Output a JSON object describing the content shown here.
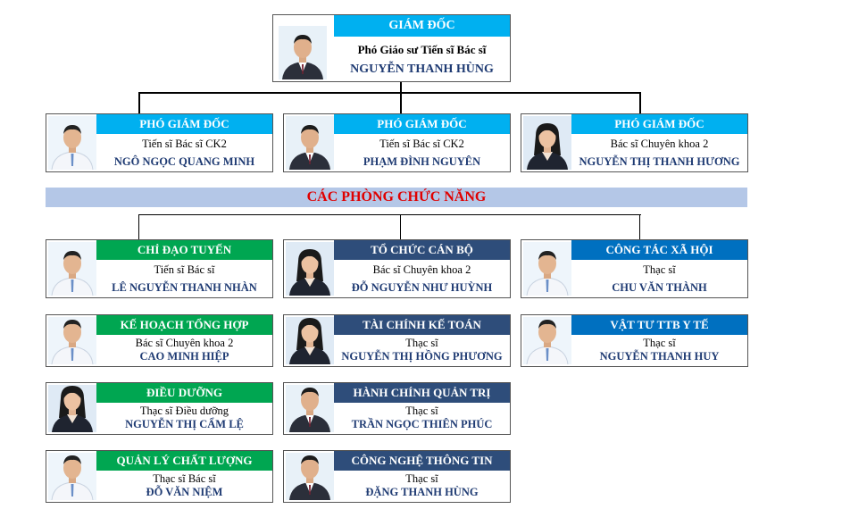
{
  "colors": {
    "director_header": "#00b0f0",
    "vice_header": "#00b0f0",
    "green_header": "#00a651",
    "navy_header": "#2e4d7a",
    "blue_header": "#0070c0",
    "banner_bg": "#b4c7e7",
    "banner_text": "#e00000",
    "name_text": "#1f3b73"
  },
  "director": {
    "title": "GIÁM ĐỐC",
    "degree": "Phó Giáo sư Tiến sĩ Bác sĩ",
    "name": "NGUYỄN THANH HÙNG",
    "photo": "portrait-male-suit"
  },
  "vice_directors": [
    {
      "title": "PHÓ GIÁM ĐỐC",
      "degree": "Tiến sĩ Bác sĩ CK2",
      "name": "NGÔ NGỌC QUANG MINH",
      "photo": "portrait-male-shirt"
    },
    {
      "title": "PHÓ GIÁM ĐỐC",
      "degree": "Tiến sĩ Bác sĩ CK2",
      "name": "PHẠM ĐÌNH NGUYÊN",
      "photo": "portrait-male-suit"
    },
    {
      "title": "PHÓ GIÁM ĐỐC",
      "degree": "Bác sĩ Chuyên khoa 2",
      "name": "NGUYỄN THỊ THANH HƯƠNG",
      "photo": "portrait-female"
    }
  ],
  "banner": "CÁC PHÒNG CHỨC NĂNG",
  "departments": [
    {
      "title": "CHỈ ĐẠO TUYẾN",
      "degree": "Tiến sĩ Bác sĩ",
      "name": "LÊ NGUYỄN THANH NHÀN",
      "photo": "portrait-male-shirt"
    },
    {
      "title": "TỔ CHỨC CÁN BỘ",
      "degree": "Bác sĩ Chuyên khoa 2",
      "name": "ĐỖ NGUYỄN NHƯ HUỲNH",
      "photo": "portrait-female"
    },
    {
      "title": "CÔNG TÁC XÃ HỘI",
      "degree": "Thạc sĩ",
      "name": "CHU VĂN THÀNH",
      "photo": "portrait-male-shirt"
    },
    {
      "title": "KẾ HOẠCH TỔNG HỢP",
      "degree": "Bác sĩ Chuyên khoa 2",
      "name": "CAO MINH HIỆP",
      "photo": "portrait-male-shirt"
    },
    {
      "title": "TÀI CHÍNH KẾ TOÁN",
      "degree": "Thạc sĩ",
      "name": "NGUYỄN THỊ HỒNG PHƯƠNG",
      "photo": "portrait-female"
    },
    {
      "title": "VẬT TƯ TTB Y TẾ",
      "degree": "Thạc sĩ",
      "name": "NGUYỄN THANH HUY",
      "photo": "portrait-male-shirt"
    },
    {
      "title": "ĐIỀU DƯỠNG",
      "degree": "Thạc sĩ Điều dưỡng",
      "name": "NGUYỄN THỊ CẨM LỆ",
      "photo": "portrait-female"
    },
    {
      "title": "HÀNH CHÍNH QUẢN TRỊ",
      "degree": "Thạc sĩ",
      "name": "TRẦN NGỌC THIÊN PHÚC",
      "photo": "portrait-male-suit"
    },
    {
      "title": "QUẢN LÝ CHẤT LƯỢNG",
      "degree": "Thạc sĩ Bác sĩ",
      "name": "ĐỖ VĂN NIỆM",
      "photo": "portrait-male-shirt"
    },
    {
      "title": "CÔNG NGHỆ THÔNG TIN",
      "degree": "Thạc sĩ",
      "name": "ĐẶNG THANH HÙNG",
      "photo": "portrait-male-suit"
    }
  ]
}
